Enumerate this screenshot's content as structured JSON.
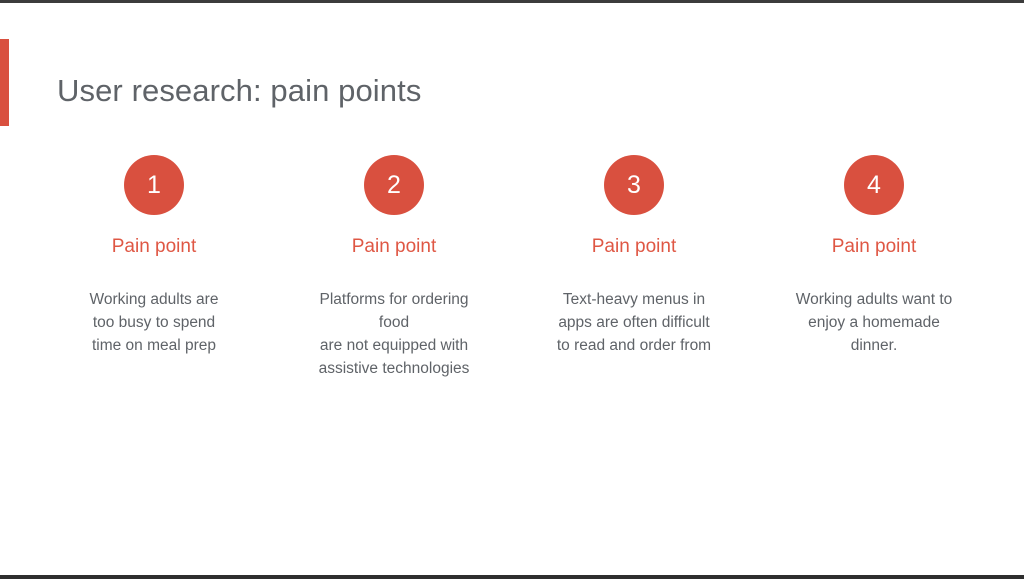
{
  "slide": {
    "title": "User research: pain points",
    "accent_color": "#d9503f",
    "title_color": "#5f6368",
    "body_color": "#5f6368",
    "label_color": "#df5744",
    "background_color": "#ffffff"
  },
  "columns": [
    {
      "number": "1",
      "label": "Pain point",
      "body": "Working adults are\ntoo busy to spend\ntime on meal prep"
    },
    {
      "number": "2",
      "label": "Pain point",
      "body": "Platforms for ordering\nfood\nare not equipped with\nassistive technologies"
    },
    {
      "number": "3",
      "label": "Pain point",
      "body": "Text-heavy menus in\napps are often difficult\nto read and order from"
    },
    {
      "number": "4",
      "label": "Pain point",
      "body": "Working adults want to\nenjoy a homemade\ndinner."
    }
  ]
}
